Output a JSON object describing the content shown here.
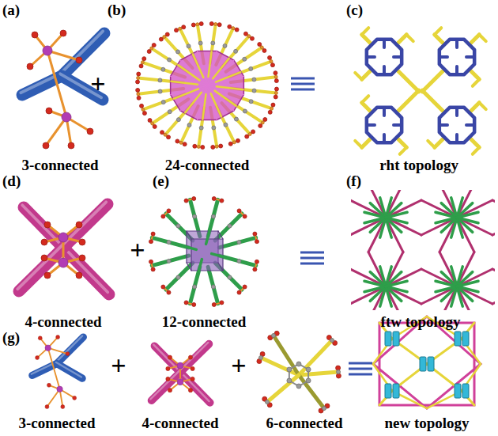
{
  "diagram": {
    "labels": [
      "(a)",
      "(b)",
      "(c)",
      "3-connected",
      "+",
      "24-connected",
      "rht topology",
      "(d)",
      "(e)",
      "(f)",
      "4-connected",
      "+",
      "12-connected",
      "ftw topology",
      "(g)",
      "3-connected",
      "+",
      "4-connected",
      "+",
      "6-connected",
      "new topology"
    ]
  }
}
